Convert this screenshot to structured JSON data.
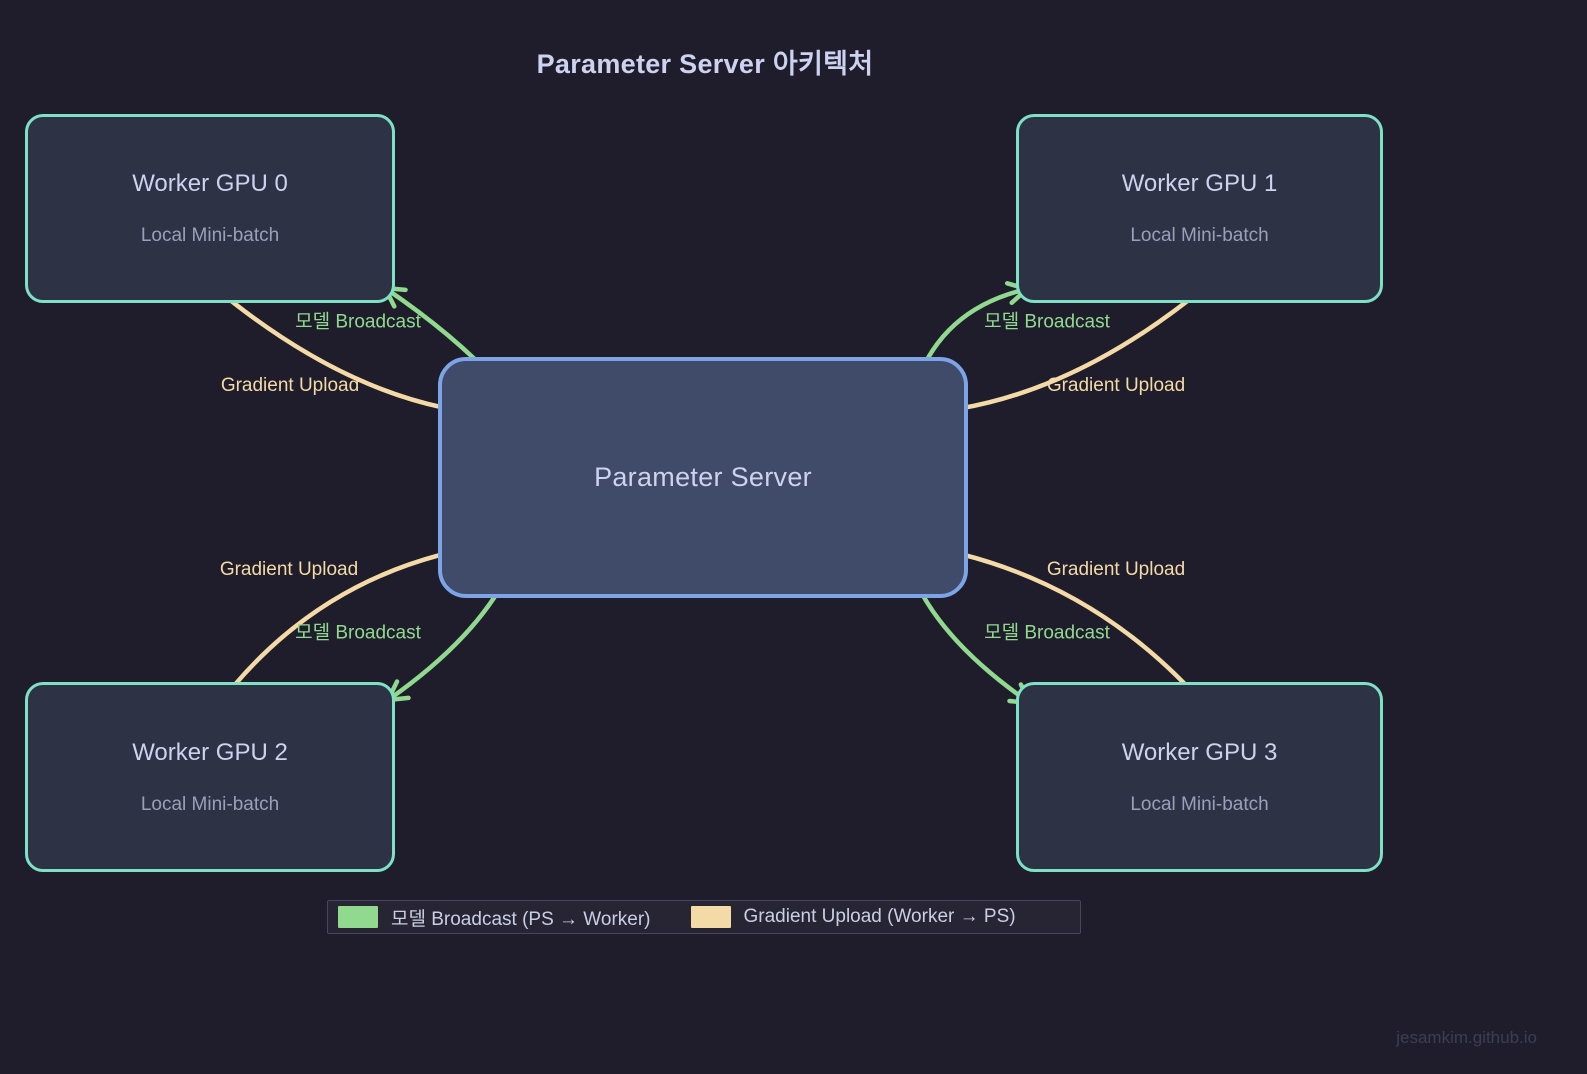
{
  "title": "Parameter Server 아키텍처",
  "server": {
    "label": "Parameter Server"
  },
  "workers": [
    {
      "label": "Worker GPU 0",
      "sub": "Local Mini-batch"
    },
    {
      "label": "Worker GPU 1",
      "sub": "Local Mini-batch"
    },
    {
      "label": "Worker GPU 2",
      "sub": "Local Mini-batch"
    },
    {
      "label": "Worker GPU 3",
      "sub": "Local Mini-batch"
    }
  ],
  "edge_labels": {
    "broadcast": "모델 Broadcast",
    "upload": "Gradient Upload"
  },
  "legend": {
    "broadcast": "모델 Broadcast (PS → Worker)",
    "upload": "Gradient Upload (Worker → PS)"
  },
  "watermark": "jesamkim.github.io",
  "colors": {
    "background": "#1f1d2b",
    "worker_fill": "#2e3245",
    "worker_border": "#7ee0c4",
    "server_fill": "#3f4b69",
    "server_border": "#7ca4e6",
    "broadcast_green": "#90d98f",
    "upload_tan": "#f3daa6",
    "text_primary": "#ccd2ef",
    "text_secondary": "#99a0ba",
    "legend_bg": "#272534",
    "legend_border": "#47465a",
    "watermark": "#3c3f52"
  }
}
